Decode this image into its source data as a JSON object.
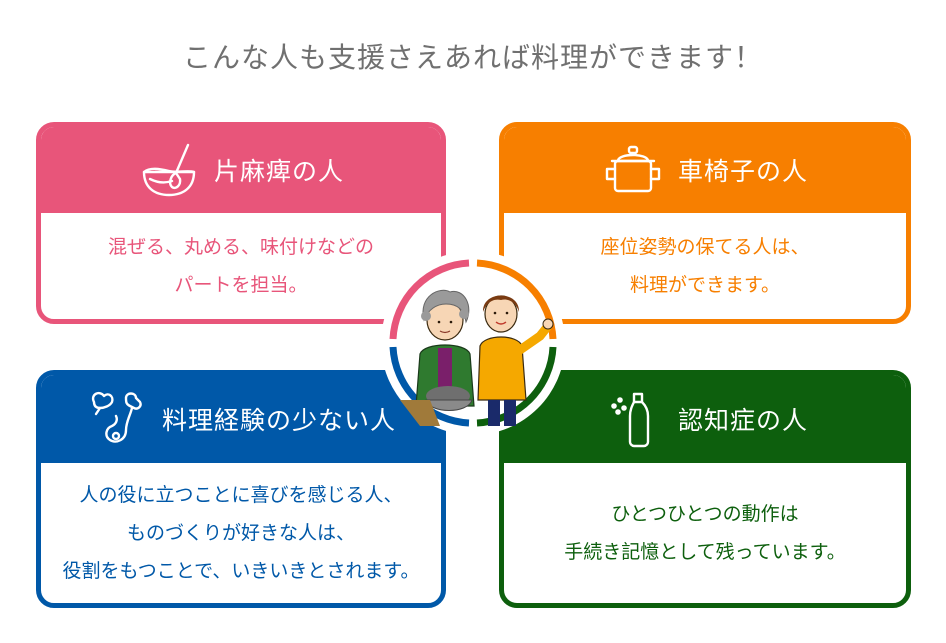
{
  "title": "こんな人も支援さえあれば料理ができます！",
  "colors": {
    "pink": "#e8557a",
    "orange": "#f77f00",
    "blue": "#0058a8",
    "green": "#0d5f0d"
  },
  "cards": {
    "hemiplegia": {
      "icon": "whisk-bowl-icon",
      "label": "片麻痺の人",
      "lines": [
        "混ぜる、丸める、味付けなどの",
        "パートを担当。"
      ]
    },
    "wheelchair": {
      "icon": "pot-icon",
      "label": "車椅子の人",
      "lines": [
        "座位姿勢の保てる人は、",
        "料理ができます。"
      ]
    },
    "inexperienced": {
      "icon": "oven-mitts-icon",
      "label": "料理経験の少ない人",
      "lines": [
        "人の役に立つことに喜びを感じる人、",
        "ものづくりが好きな人は、",
        "役割をもつことで、いきいきとされます。"
      ]
    },
    "dementia": {
      "icon": "bottle-icon",
      "label": "認知症の人",
      "lines": [
        "ひとつひとつの動作は",
        "手続き記憶として残っています。"
      ]
    }
  }
}
